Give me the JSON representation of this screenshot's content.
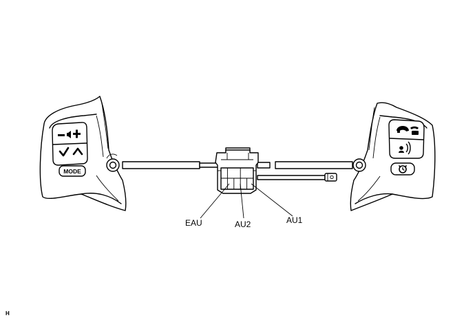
{
  "diagram": {
    "callouts": [
      {
        "id": "eau",
        "label": "EAU"
      },
      {
        "id": "au2",
        "label": "AU2"
      },
      {
        "id": "au1",
        "label": "AU1"
      }
    ],
    "left_switch": {
      "mode_button_label": "MODE",
      "icons": [
        "volume-down-icon",
        "volume-speaker-icon",
        "volume-up-icon",
        "seek-down-icon",
        "seek-up-icon"
      ]
    },
    "right_switch": {
      "icons": [
        "phone-on-hook-icon",
        "phone-off-hook-icon",
        "voice-talk-icon",
        "power-clock-icon"
      ]
    },
    "corner_code": "H"
  }
}
